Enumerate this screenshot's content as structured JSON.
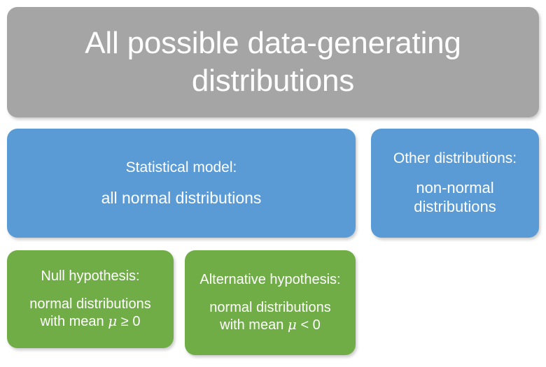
{
  "diagram": {
    "type": "nested-containment-diagram",
    "title": "All possible data-generating distributions",
    "palette": {
      "universe": "#A5A5A5",
      "model": "#5B9BD5",
      "hypothesis": "#70AD47",
      "text": "#FFFFFF",
      "background": "#FFFFFF"
    },
    "universe": {
      "label": "All possible data-generating distributions"
    },
    "model_level": [
      {
        "id": "statistical-model",
        "heading": "Statistical model:",
        "body": "all normal distributions",
        "color": "#5B9BD5"
      },
      {
        "id": "other-distributions",
        "heading": "Other distributions:",
        "body": "non-normal distributions",
        "color": "#5B9BD5"
      }
    ],
    "hypothesis_level": [
      {
        "id": "null-hypothesis",
        "heading": "Null hypothesis:",
        "body_line1": "normal distributions",
        "body_line2_prefix": "with mean ",
        "body_symbol": "μ",
        "body_line2_suffix": " ≥ 0",
        "color": "#70AD47"
      },
      {
        "id": "alternative-hypothesis",
        "heading": "Alternative hypothesis:",
        "body_line1": "normal distributions",
        "body_line2_prefix": "with mean ",
        "body_symbol": "μ",
        "body_line2_suffix": " < 0",
        "color": "#70AD47"
      }
    ]
  }
}
